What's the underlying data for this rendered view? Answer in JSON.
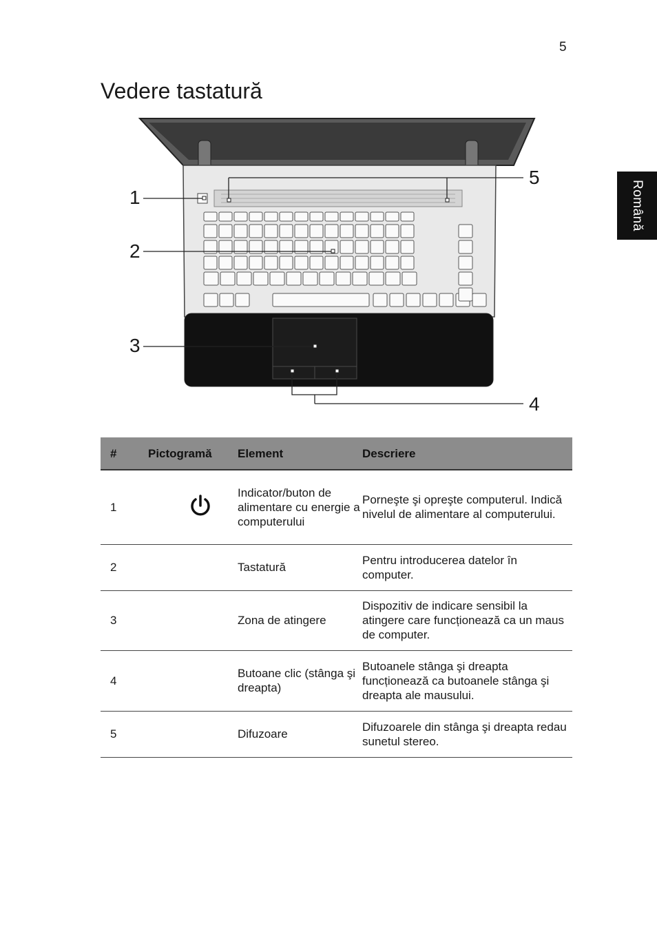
{
  "page": {
    "number": "5",
    "title": "Vedere tastatură",
    "language_tab": "Română"
  },
  "figure": {
    "callouts": [
      "1",
      "2",
      "3",
      "4",
      "5"
    ]
  },
  "table": {
    "headers": [
      "#",
      "Pictogramă",
      "Element",
      "Descriere"
    ],
    "rows": [
      {
        "num": "1",
        "icon": "power-icon",
        "element": "Indicator/buton de alimentare cu energie a computerului",
        "description": "Porneşte şi opreşte computerul. Indică nivelul de alimentare al computerului."
      },
      {
        "num": "2",
        "icon": "",
        "element": "Tastatură",
        "description": "Pentru introducerea datelor în computer."
      },
      {
        "num": "3",
        "icon": "",
        "element": "Zona de atingere",
        "description": "Dispozitiv de indicare sensibil la atingere care funcționează ca un maus de computer."
      },
      {
        "num": "4",
        "icon": "",
        "element": "Butoane clic (stânga şi dreapta)",
        "description": "Butoanele stânga şi dreapta funcționează ca butoanele stânga şi dreapta ale mausului."
      },
      {
        "num": "5",
        "icon": "",
        "element": "Difuzoare",
        "description": "Difuzoarele din stânga şi dreapta redau sunetul stereo."
      }
    ]
  }
}
